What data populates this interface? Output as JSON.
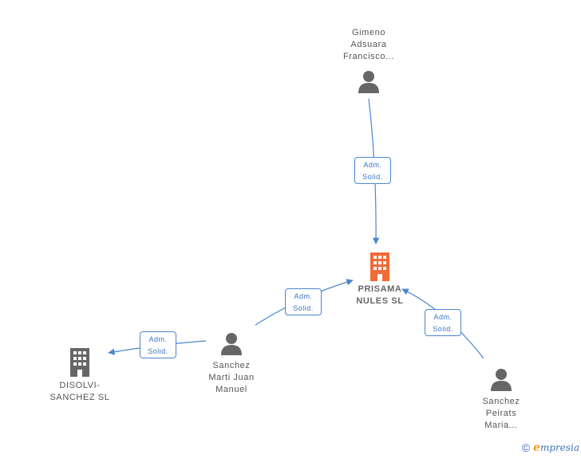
{
  "colors": {
    "edge": "#4a86d0",
    "company_main": "#f26a35",
    "company": "#666666",
    "person": "#666666",
    "brand_accent": "#f29b1d"
  },
  "nodes": {
    "gimeno": {
      "lines": [
        "Gimeno",
        "Adsuara",
        "Francisco..."
      ],
      "icon": "person-icon"
    },
    "prisama": {
      "lines": [
        "PRISAMA",
        "NULES SL"
      ],
      "icon": "building-icon"
    },
    "sanchez_marti": {
      "lines": [
        "Sanchez",
        "Marti Juan",
        "Manuel"
      ],
      "icon": "person-icon"
    },
    "disolvi": {
      "lines": [
        "DISOLVI-",
        "SANCHEZ SL"
      ],
      "icon": "building-icon"
    },
    "sanchez_peirats": {
      "lines": [
        "Sanchez",
        "Peirats",
        "Maria..."
      ],
      "icon": "person-icon"
    }
  },
  "edges": [
    {
      "id": "gimeno-prisama",
      "role": [
        "Adm.",
        "Solid."
      ]
    },
    {
      "id": "marti-prisama",
      "role": [
        "Adm.",
        "Solid."
      ]
    },
    {
      "id": "peirats-prisama",
      "role": [
        "Adm.",
        "Solid."
      ]
    },
    {
      "id": "marti-disolvi",
      "role": [
        "Adm.",
        "Solid."
      ]
    }
  ],
  "footer": {
    "copyright": "©",
    "brand_initial": "e",
    "brand_rest": "mpresia"
  }
}
